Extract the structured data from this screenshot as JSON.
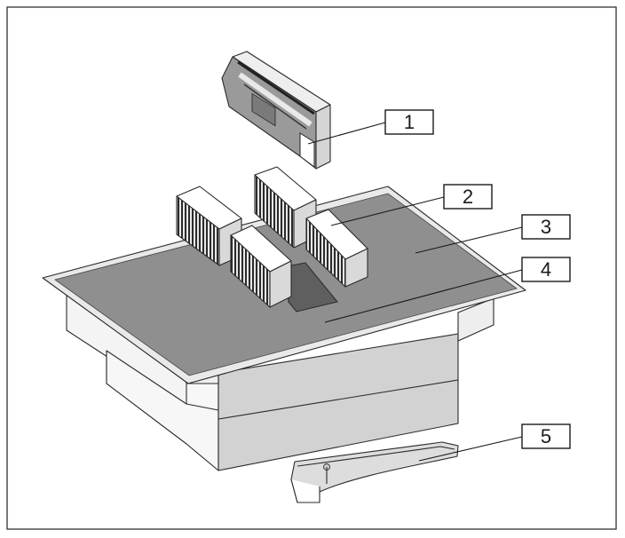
{
  "figure": {
    "callouts": [
      {
        "id": "1",
        "label": "1"
      },
      {
        "id": "2",
        "label": "2"
      },
      {
        "id": "3",
        "label": "3"
      },
      {
        "id": "4",
        "label": "4"
      },
      {
        "id": "5",
        "label": "5"
      }
    ],
    "colors": {
      "frame": "#333333",
      "cooktop_glass": "#8f8f8f",
      "body": "#d2d2d2",
      "body_light": "#f7f7f7",
      "filter_face": "#d9d9d9",
      "outline": "#2a2a2a"
    }
  }
}
